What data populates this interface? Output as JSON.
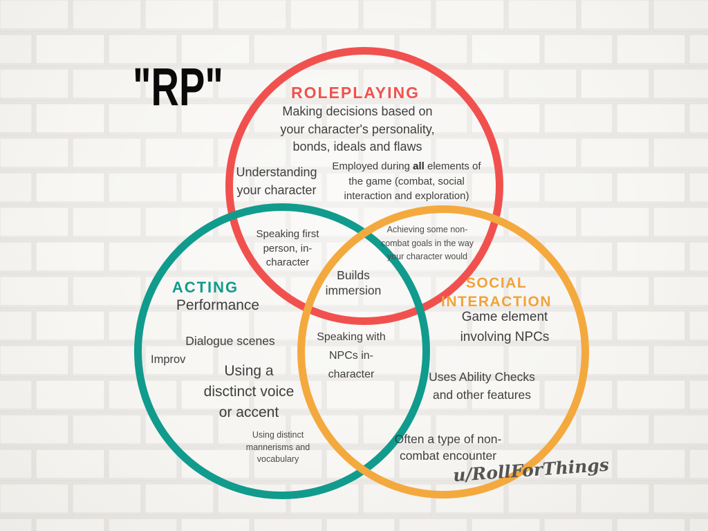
{
  "title": "\"RP\"",
  "watermark": "u/RollForThings",
  "colors": {
    "red": "#F1514E",
    "teal": "#109B8D",
    "yellow": "#F4A93E",
    "yellow_heading": "#F2A23A",
    "body_text": "#3E3E3E"
  },
  "circles": {
    "roleplaying": {
      "label": "ROLEPLAYING",
      "description": "Making decisions based on your character's personality, bonds, ideals and flaws",
      "items": {
        "understanding": "Understanding your character",
        "employed_pre": "Employed during ",
        "employed_bold": "all",
        "employed_post": " elements of the game (combat, social interaction and exploration)"
      }
    },
    "acting": {
      "label": "ACTING",
      "items": {
        "performance": "Performance",
        "dialogue": "Dialogue scenes",
        "improv": "Improv",
        "voice": "Using a disctinct voice or accent",
        "mannerisms": "Using distinct mannerisms and vocabulary"
      }
    },
    "social": {
      "label_line1": "SOCIAL",
      "label_line2": "INTERACTION",
      "items": {
        "game_element": "Game element involving NPCs",
        "ability_checks": "Uses Ability Checks and other features",
        "encounter": "Often a type of non-combat encounter"
      }
    }
  },
  "overlaps": {
    "roleplaying_acting": "Speaking first person, in-character",
    "roleplaying_social": "Achieving some non-combat goals in the way your character would",
    "acting_social": "Speaking with NPCs in-character",
    "center": "Builds immersion"
  }
}
